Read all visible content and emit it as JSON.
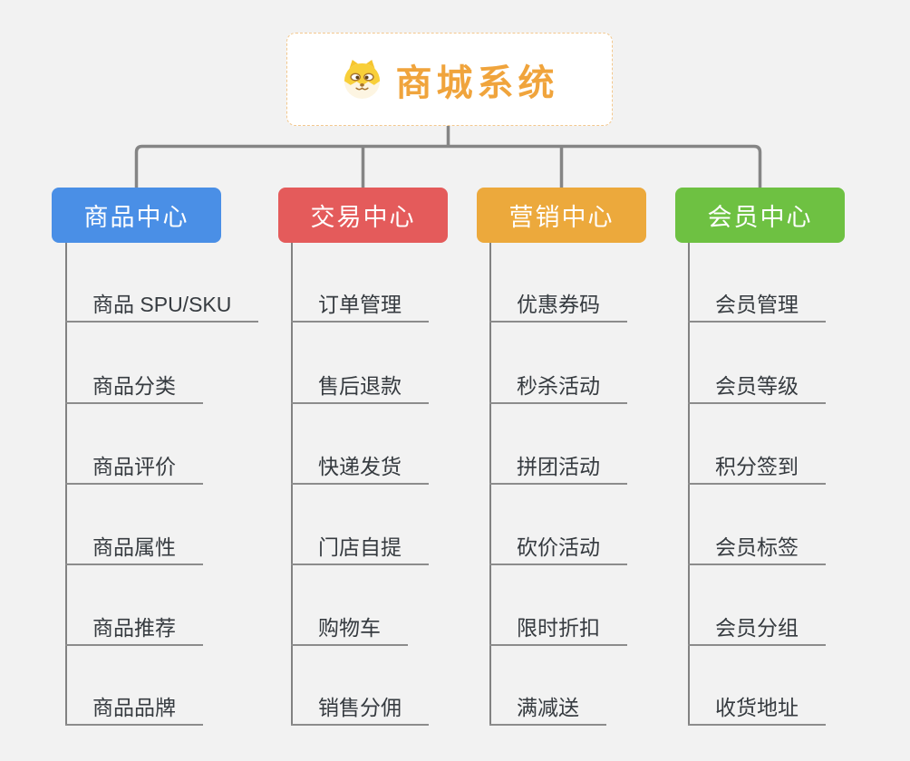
{
  "canvas": {
    "background": "#f2f2f2",
    "line_color": "#858585",
    "underline_color": "#8c8c8c"
  },
  "root": {
    "label": "商城系统",
    "icon": "dog-face-icon",
    "text_color": "#f0a43c",
    "border_color": "#f3c88e"
  },
  "branches": [
    {
      "label": "商品中心",
      "color": "#4a8fe6",
      "items": [
        "商品 SPU/SKU",
        "商品分类",
        "商品评价",
        "商品属性",
        "商品推荐",
        "商品品牌"
      ]
    },
    {
      "label": "交易中心",
      "color": "#e45b5b",
      "items": [
        "订单管理",
        "售后退款",
        "快递发货",
        "门店自提",
        "购物车",
        "销售分佣"
      ]
    },
    {
      "label": "营销中心",
      "color": "#eca93c",
      "items": [
        "优惠券码",
        "秒杀活动",
        "拼团活动",
        "砍价活动",
        "限时折扣",
        "满减送"
      ]
    },
    {
      "label": "会员中心",
      "color": "#6ec142",
      "items": [
        "会员管理",
        "会员等级",
        "积分签到",
        "会员标签",
        "会员分组",
        "收货地址"
      ]
    }
  ]
}
